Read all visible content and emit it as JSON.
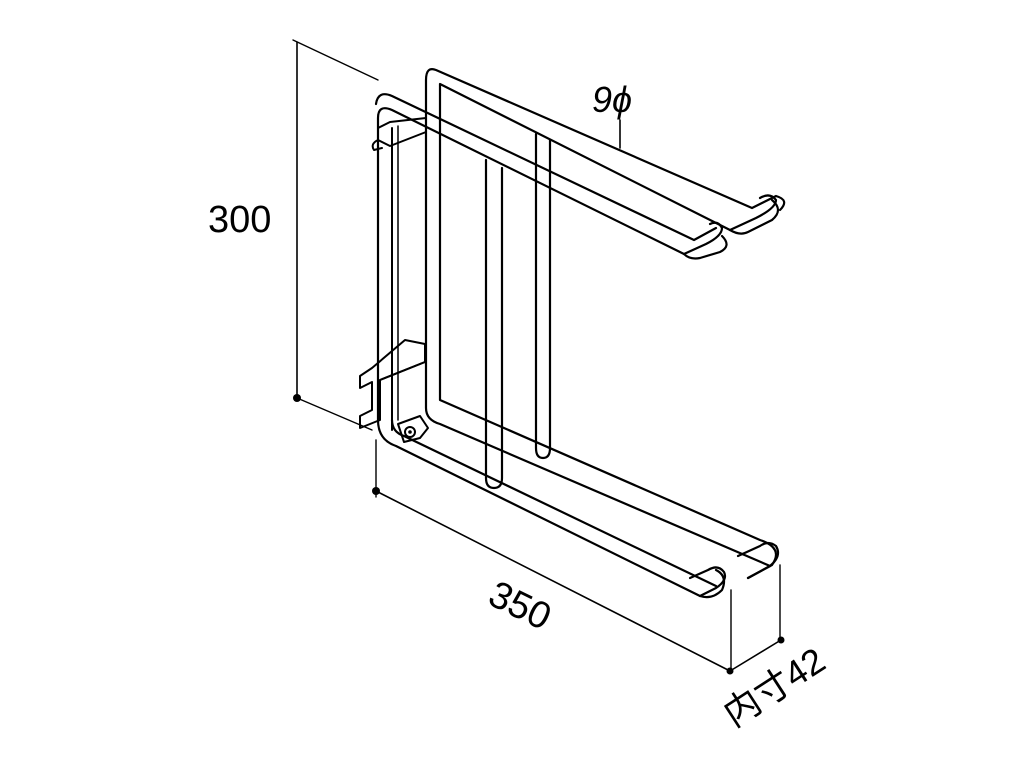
{
  "diagram": {
    "dimensions": {
      "height": "300",
      "width": "350",
      "rod_diameter": "9ϕ",
      "inner_depth": "内寸42"
    },
    "colors": {
      "line": "#000000",
      "fill": "#ffffff"
    }
  }
}
